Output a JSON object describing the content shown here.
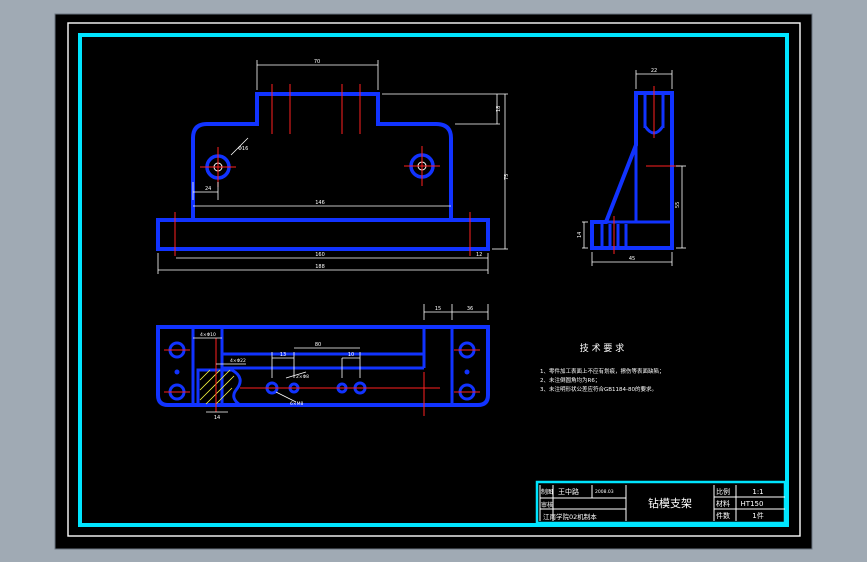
{
  "drawing": {
    "tech_title": "技 术 要 求",
    "notes": [
      "1、零件加工表面上不应有划痕，擦伤等表面缺陷；",
      "2、未注倒圆角均为R6；",
      "3、未注明形状公差应符合GB1184-80的要求。"
    ]
  },
  "dims": {
    "front_top": "70",
    "front_right_1": "18",
    "front_right_2": "75",
    "front_hole": "Φ16",
    "front_left": "24",
    "front_inner": "146",
    "front_mid": "160",
    "front_total": "188",
    "front_right_small": "12",
    "side_top": "22",
    "side_h": "55",
    "side_base": "14",
    "side_w": "45",
    "plan_top_a": "15",
    "plan_top_b": "36",
    "plan_a": "4×Φ10",
    "plan_b": "4×Φ22",
    "plan_c": "13",
    "plan_d": "80",
    "plan_e": "10",
    "plan_f": "2×Φ8",
    "plan_g": "14",
    "plan_h": "6×M8"
  },
  "title_block": {
    "row1_label": "制图",
    "row1_name": "王中路",
    "row1_date": "2008.03",
    "row2_label": "审核",
    "row2_school": "江南学院02机制本",
    "part_name": "钻模支架",
    "scale_label": "比例",
    "scale_value": "1:1",
    "material_label": "材料",
    "material_value": "HT150",
    "count_label": "件数",
    "count_value": "1件"
  }
}
